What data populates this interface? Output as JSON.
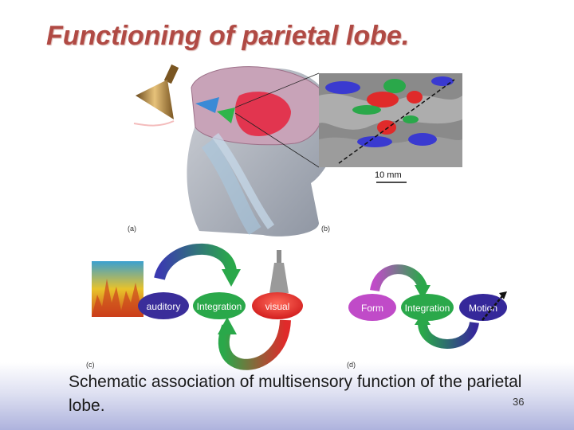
{
  "slide": {
    "title": "Functioning of parietal lobe.",
    "caption": "Schematic association of multisensory function of the parietal lobe.",
    "slide_number": "36"
  },
  "figure": {
    "panel_labels": [
      "(a)",
      "(b)",
      "(c)",
      "(d)"
    ],
    "scale_bar_label": "10 mm",
    "panel_c_nodes": [
      "auditory",
      "Integration",
      "visual"
    ],
    "panel_d_nodes": [
      "Form",
      "Integration",
      "Motion"
    ]
  },
  "colors": {
    "title": "#b04a44",
    "auditory_node": "#3a2d9a",
    "integration_node": "#2aa84a",
    "visual_node": "#e02a2a",
    "form_node": "#c04bc8",
    "motion_node": "#35289a"
  }
}
